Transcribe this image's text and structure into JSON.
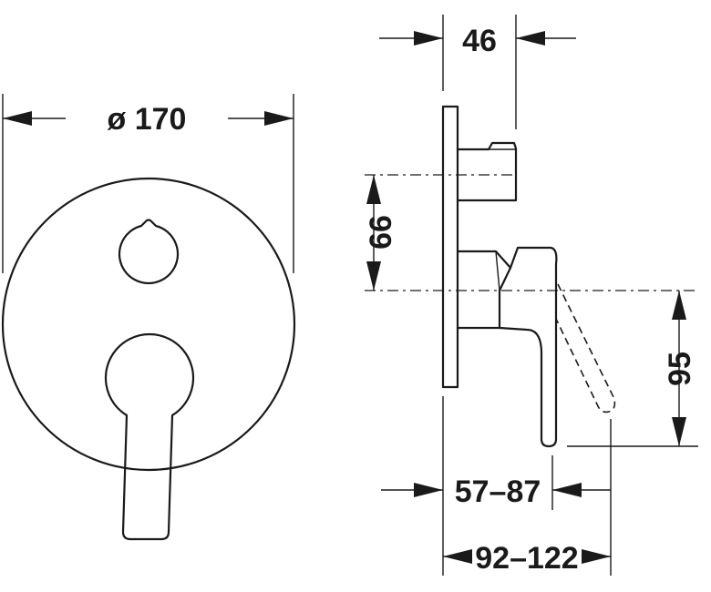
{
  "dimensions": {
    "diameter": "ø 170",
    "depth_plate": "46",
    "height_spacing": "66",
    "lever_drop": "95",
    "depth_range_1": "57–87",
    "depth_range_2": "92–122"
  },
  "colors": {
    "line": "#1a1a1a",
    "background": "#ffffff"
  }
}
